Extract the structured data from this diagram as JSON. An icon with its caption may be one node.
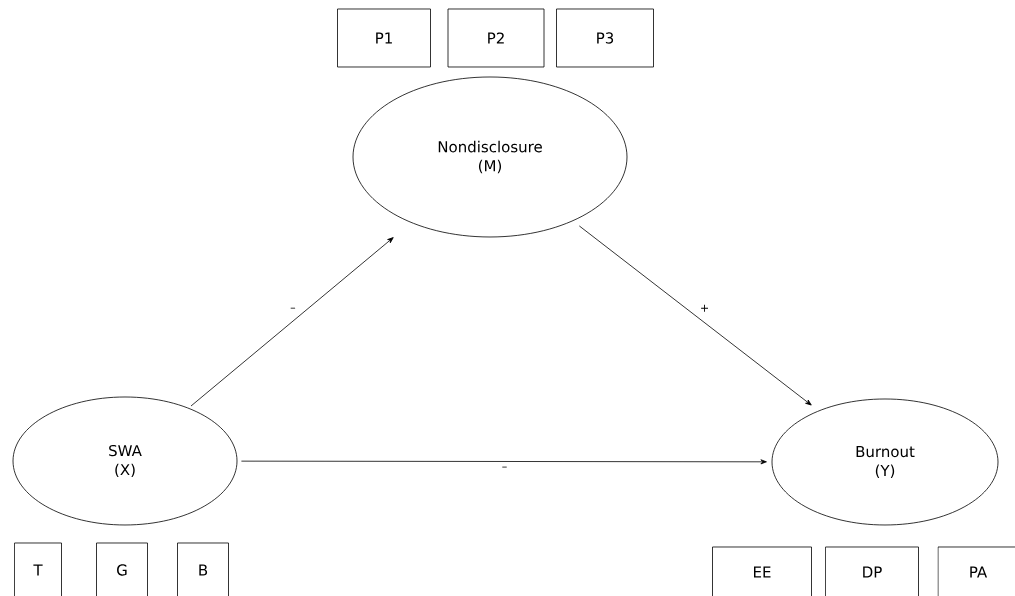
{
  "diagram": {
    "nodes": [
      {
        "text": [
          "P1"
        ]
      },
      {
        "text": [
          "P2"
        ]
      },
      {
        "text": [
          "P3"
        ]
      },
      {
        "text": [
          "Nondisclosure (M)"
        ]
      },
      {
        "text": [
          "SWA (X)"
        ]
      },
      {
        "text": [
          "Burnout (Y)"
        ]
      },
      {
        "text": [
          "T"
        ]
      },
      {
        "text": [
          "G"
        ]
      },
      {
        "text": [
          "B"
        ]
      },
      {
        "text": [
          "EE"
        ]
      },
      {
        "text": [
          "DP"
        ]
      },
      {
        "text": [
          "PA"
        ]
      }
    ],
    "edges": [
      {
        "from": 4,
        "to": 3,
        "arrow": "to",
        "label": "–"
      },
      {
        "from": 3,
        "to": 5,
        "arrow": "to",
        "label": "+"
      },
      {
        "from": 4,
        "to": 5,
        "arrow": "to",
        "label": "–"
      }
    ]
  }
}
